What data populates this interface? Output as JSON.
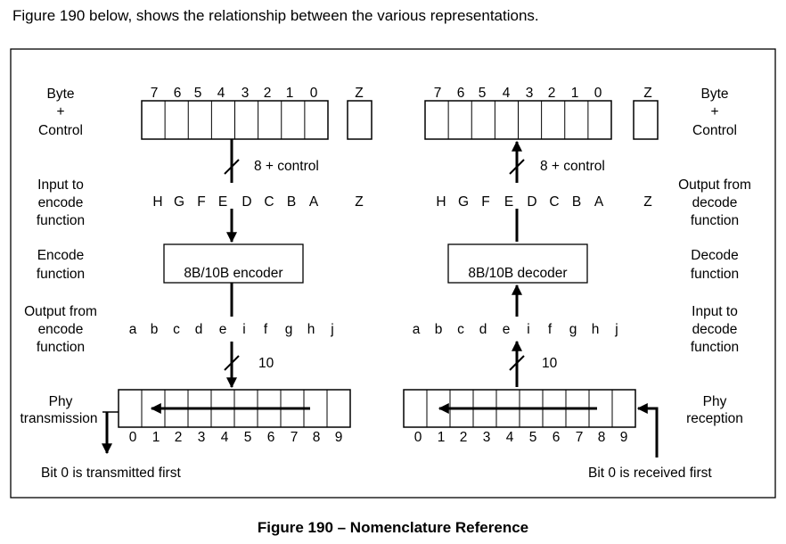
{
  "intro_text": "Figure 190 below, shows the relationship between the various representations.",
  "caption": "Figure 190 – Nomenclature Reference",
  "left": {
    "label_byte": [
      "Byte",
      "+",
      "Control"
    ],
    "label_input": [
      "Input to",
      "encode",
      "function"
    ],
    "label_function": [
      "Encode",
      "function"
    ],
    "label_output": [
      "Output from",
      "encode",
      "function"
    ],
    "label_phy": [
      "Phy",
      "transmission"
    ],
    "box_label": "8B/10B encoder",
    "bus_top": "8 + control",
    "bus_bottom": "10",
    "bit_note": "Bit 0 is transmitted first"
  },
  "right": {
    "label_byte": [
      "Byte",
      "+",
      "Control"
    ],
    "label_output": [
      "Output from",
      "decode",
      "function"
    ],
    "label_function": [
      "Decode",
      "function"
    ],
    "label_input": [
      "Input to",
      "decode",
      "function"
    ],
    "label_phy": [
      "Phy",
      "reception"
    ],
    "box_label": "8B/10B decoder",
    "bus_top": "8 + control",
    "bus_bottom": "10",
    "bit_note": "Bit 0 is received first"
  },
  "byte_bits": [
    "7",
    "6",
    "5",
    "4",
    "3",
    "2",
    "1",
    "0"
  ],
  "control_bit": "Z",
  "upper_letters": [
    "H",
    "G",
    "F",
    "E",
    "D",
    "C",
    "B",
    "A"
  ],
  "lower_letters": [
    "a",
    "b",
    "c",
    "d",
    "e",
    "i",
    "f",
    "g",
    "h",
    "j"
  ],
  "phy_bits": [
    "0",
    "1",
    "2",
    "3",
    "4",
    "5",
    "6",
    "7",
    "8",
    "9"
  ]
}
